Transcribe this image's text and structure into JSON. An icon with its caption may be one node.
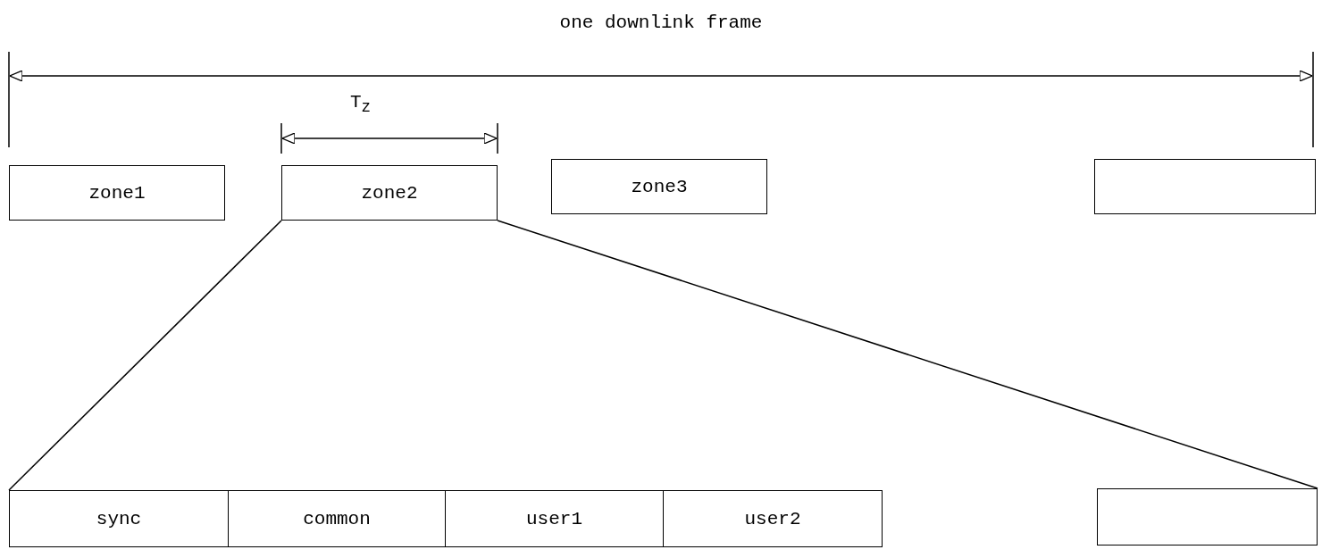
{
  "diagram": {
    "nodes": [
      {
        "text": [
          "zone1"
        ]
      },
      {
        "text": [
          "zone2"
        ]
      },
      {
        "text": [
          "zone3"
        ]
      },
      {
        "text": [],
        "shape": "box"
      },
      {
        "text": [
          "sync"
        ]
      },
      {
        "text": [
          "common"
        ]
      },
      {
        "text": [
          "user1"
        ]
      },
      {
        "text": [
          "user2"
        ]
      },
      {
        "text": [],
        "shape": "box"
      }
    ],
    "edges": [
      {
        "from": 1,
        "to": 4,
        "arrow": "none"
      },
      {
        "from": 1,
        "to": 8,
        "arrow": "none"
      }
    ],
    "labels": [
      "one downlink frame",
      "T$_{z}$"
    ]
  }
}
